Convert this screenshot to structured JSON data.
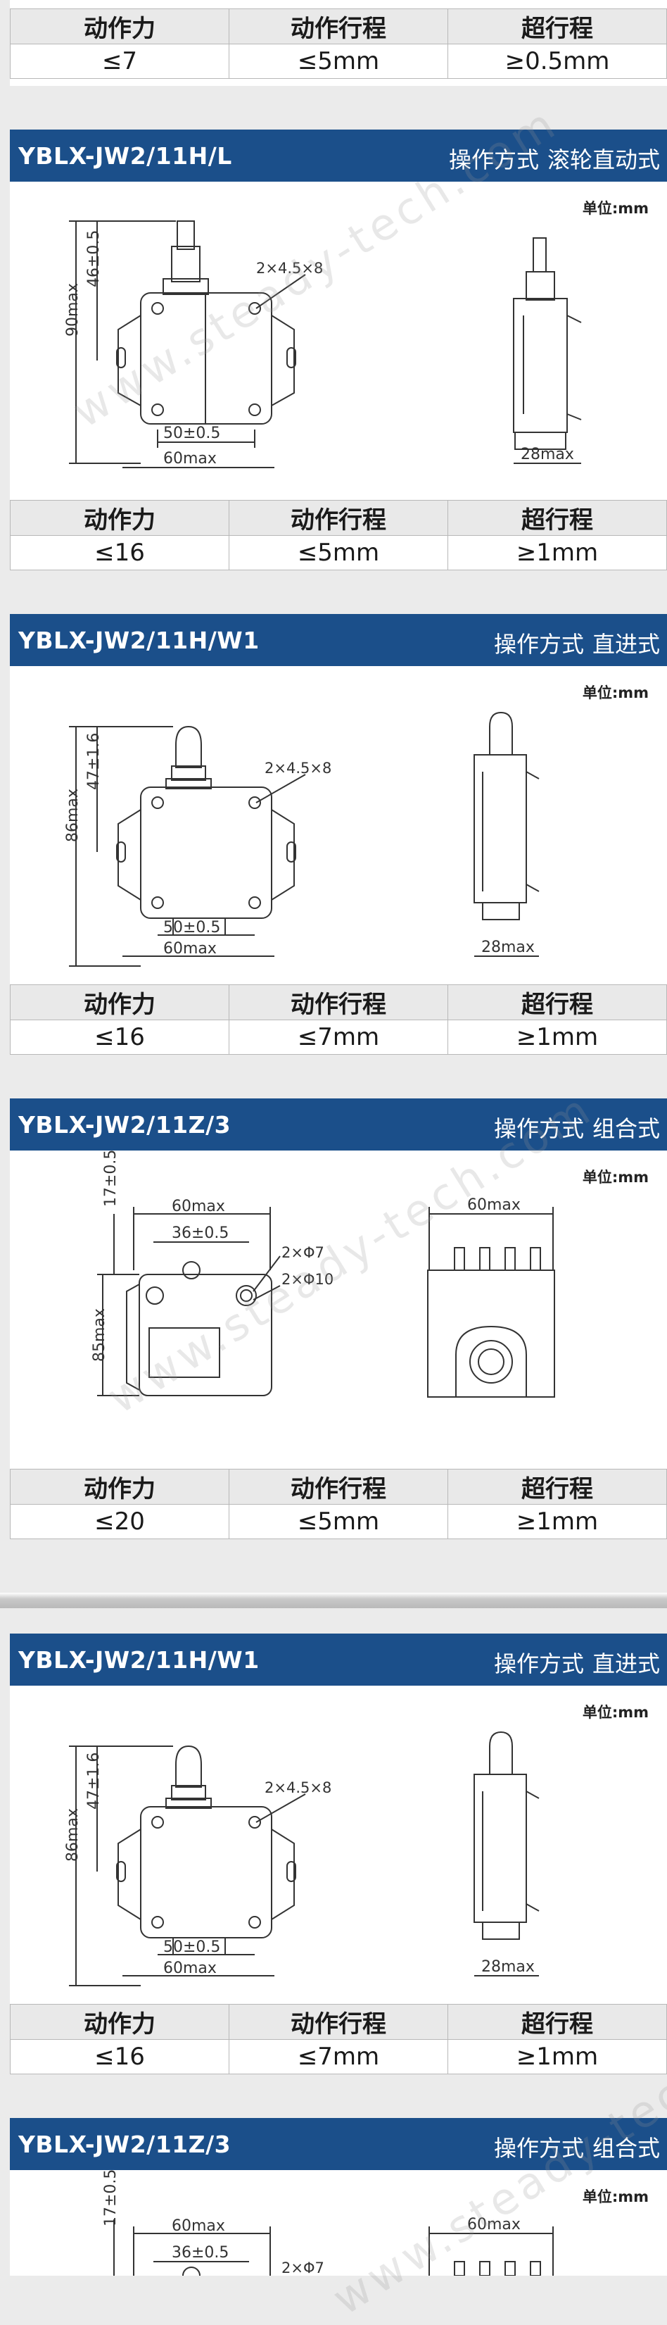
{
  "table_headers": [
    "动作力",
    "动作行程",
    "超行程"
  ],
  "unit_label": "单位:mm",
  "op_label": "操作方式",
  "watermark": "www.steady-tech.com",
  "top_partial": {
    "values": [
      "≤7",
      "≤5mm",
      "≥0.5mm"
    ]
  },
  "sections": [
    {
      "model": "YBLX-JW2/11H/L",
      "operation": "滚轮直动式",
      "values": [
        "≤16",
        "≤5mm",
        "≥1mm"
      ],
      "dims": {
        "height": "46±0.5",
        "total": "90max",
        "holes": "2×4.5×8",
        "pitch": "50±0.5",
        "width": "60max",
        "depth": "28max"
      }
    },
    {
      "model": "YBLX-JW2/11H/W1",
      "operation": "直进式",
      "values": [
        "≤16",
        "≤7mm",
        "≥1mm"
      ],
      "dims": {
        "height": "47±1.6",
        "total": "86max",
        "holes": "2×4.5×8",
        "pitch": "50±0.5",
        "width": "60max",
        "depth": "28max"
      }
    },
    {
      "model": "YBLX-JW2/11Z/3",
      "operation": "组合式",
      "values": [
        "≤20",
        "≤5mm",
        "≥1mm"
      ],
      "dims": {
        "height": "17±0.5",
        "total": "85max",
        "width": "60max",
        "pitch": "36±0.5",
        "holes_a": "2×Φ7",
        "holes_b": "2×Φ10",
        "side_width": "60max"
      }
    },
    {
      "model": "YBLX-JW2/11H/W1",
      "operation": "直进式",
      "values": [
        "≤16",
        "≤7mm",
        "≥1mm"
      ],
      "dims": {
        "height": "47±1.6",
        "total": "86max",
        "holes": "2×4.5×8",
        "pitch": "50±0.5",
        "width": "60max",
        "depth": "28max"
      }
    },
    {
      "model": "YBLX-JW2/11Z/3",
      "operation": "组合式",
      "dims": {
        "height": "17±0.5",
        "width": "60max",
        "pitch": "36±0.5",
        "holes_a": "2×Φ7",
        "side_width": "60max"
      }
    }
  ]
}
